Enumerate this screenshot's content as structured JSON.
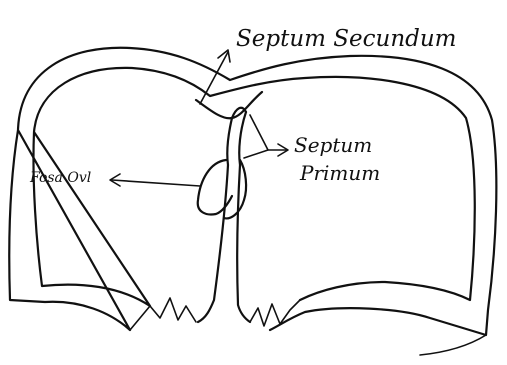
{
  "diagram": {
    "title": "",
    "labels": {
      "septum_secundum": "Septum Secundum",
      "septum_primum_line1": "Septum",
      "septum_primum_line2": "Primum",
      "fossa_ovalis": "Fosa Ovl"
    },
    "colors": {
      "ink": "#111111",
      "paper": "#ffffff"
    }
  }
}
